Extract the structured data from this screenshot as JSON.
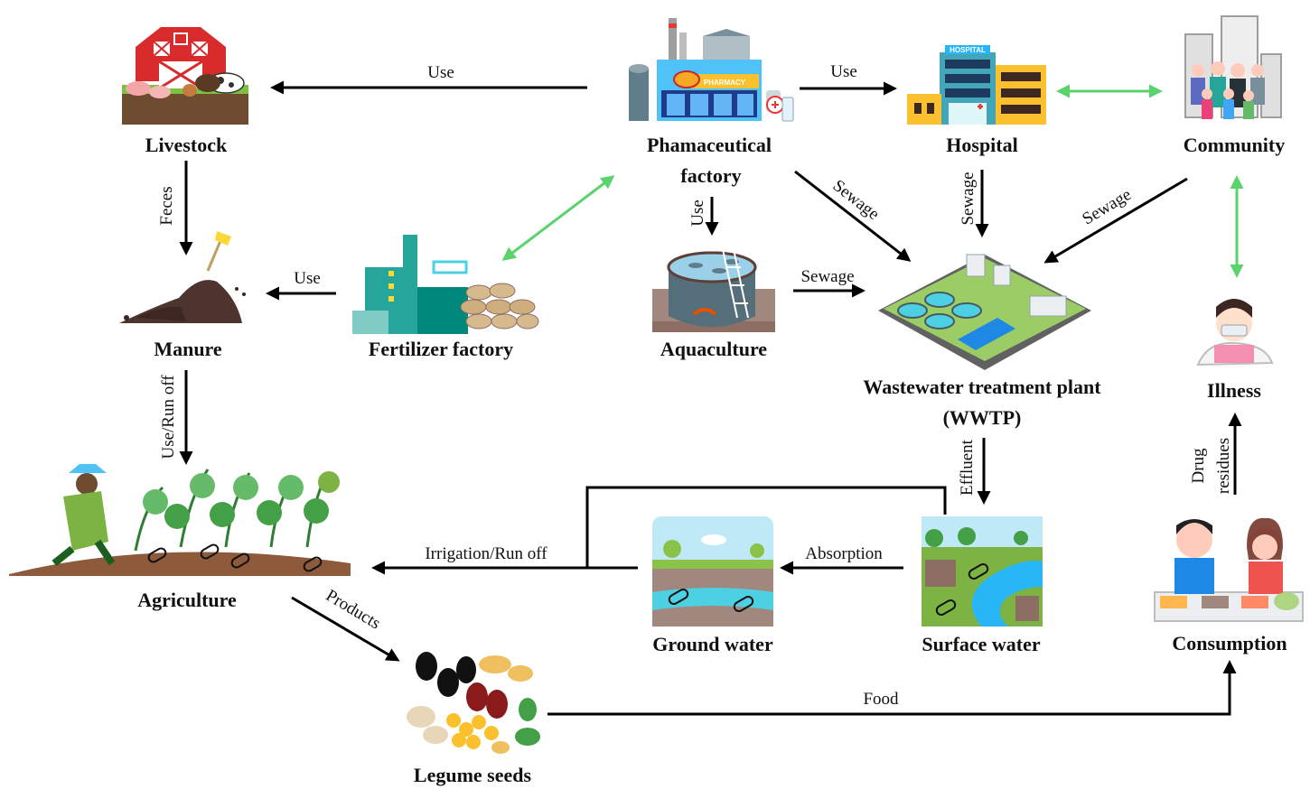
{
  "nodes": {
    "livestock": {
      "label": "Livestock"
    },
    "pharma": {
      "line1": "Phamaceutical",
      "line2": "factory"
    },
    "hospital": {
      "label": "Hospital"
    },
    "community": {
      "label": "Community"
    },
    "manure": {
      "label": "Manure"
    },
    "fertilizer": {
      "label": "Fertilizer factory"
    },
    "aquaculture": {
      "label": "Aquaculture"
    },
    "wwtp": {
      "line1": "Wastewater treatment plant",
      "line2": "(WWTP)"
    },
    "illness": {
      "label": "Illness"
    },
    "agriculture": {
      "label": "Agriculture"
    },
    "groundwater": {
      "label": "Ground water"
    },
    "surfacewater": {
      "label": "Surface water"
    },
    "consumption": {
      "label": "Consumption"
    },
    "legume": {
      "label": "Legume seeds"
    }
  },
  "edges": {
    "pharma_livestock": "Use",
    "pharma_hospital": "Use",
    "livestock_manure": "Feces",
    "fertilizer_manure": "Use",
    "pharma_aquaculture": "Use",
    "pharma_wwtp": "Sewage",
    "hospital_wwtp": "Sewage",
    "community_wwtp": "Sewage",
    "aquaculture_wwtp": "Sewage",
    "manure_agriculture": "Use/Run off",
    "wwtp_surface": "Effluent",
    "consumption_illness_1": "Drug",
    "consumption_illness_2": "residues",
    "surface_ground": "Absorption",
    "water_agriculture": "Irrigation/Run off",
    "agriculture_legume": "Products",
    "legume_consumption": "Food"
  },
  "colors": {
    "arrow": "#000000",
    "bidirectional": "#5ad36c"
  }
}
